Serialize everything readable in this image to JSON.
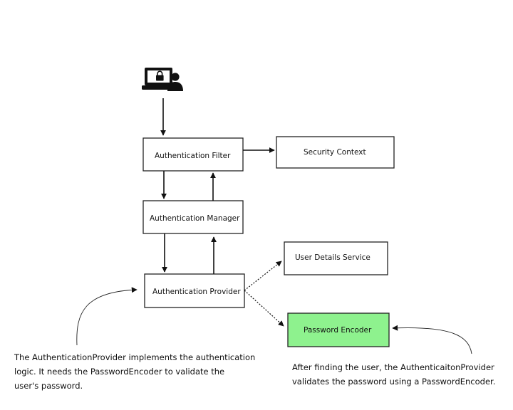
{
  "nodes": {
    "auth_filter": "Authentication Filter",
    "security_context": "Security Context",
    "auth_manager": "Authentication Manager",
    "auth_provider": "Authentication Provider",
    "user_details_service": "User Details Service",
    "password_encoder": "Password Encoder"
  },
  "notes": {
    "provider": [
      "The AuthenticationProvider implements the authentication",
      "logic. It needs the PasswordEncoder to validate the",
      "user's password."
    ],
    "encoder": [
      "After finding the user, the AuthenticaitonProvider",
      "validates the password using a PasswordEncoder."
    ]
  },
  "icons": {
    "user": "laptop-lock-user-icon"
  },
  "colors": {
    "highlight": "#8ef28e",
    "stroke": "#222222"
  }
}
